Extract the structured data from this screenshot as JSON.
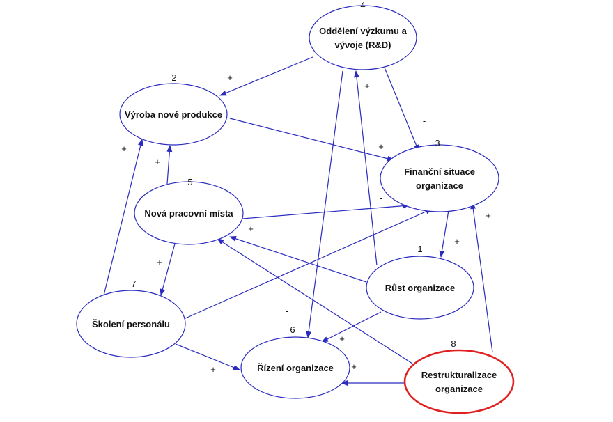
{
  "colors": {
    "edge": "#2b2bbf",
    "node": "#2b2bbf",
    "highlight": "#e02020"
  },
  "nodes": [
    {
      "id": "4",
      "number": "4",
      "lines": [
        "Oddělení výzkumu a",
        "vývoje (R&D)"
      ]
    },
    {
      "id": "2",
      "number": "2",
      "lines": [
        "Výroba nové produkce"
      ]
    },
    {
      "id": "3",
      "number": "3",
      "lines": [
        "Finanční situace",
        "organizace"
      ]
    },
    {
      "id": "5",
      "number": "5",
      "lines": [
        "Nová pracovní místa"
      ]
    },
    {
      "id": "1",
      "number": "1",
      "lines": [
        "Růst organizace"
      ]
    },
    {
      "id": "7",
      "number": "7",
      "lines": [
        "Školení personálu"
      ]
    },
    {
      "id": "6",
      "number": "6",
      "lines": [
        "Řízení organizace"
      ]
    },
    {
      "id": "8",
      "number": "8",
      "lines": [
        "Restrukturalizace",
        "organizace"
      ],
      "highlight": true
    }
  ],
  "edges": [
    {
      "from": "4",
      "to": "2",
      "sign": "+"
    },
    {
      "from": "4",
      "to": "3",
      "sign": "-"
    },
    {
      "from": "4",
      "to": "6",
      "sign": "-"
    },
    {
      "from": "1",
      "to": "4",
      "sign": "+"
    },
    {
      "from": "2",
      "to": "3",
      "sign": "+"
    },
    {
      "from": "5",
      "to": "2",
      "sign": "+"
    },
    {
      "from": "7",
      "to": "2",
      "sign": "+"
    },
    {
      "from": "5",
      "to": "3",
      "sign": "-"
    },
    {
      "from": "3",
      "to": "1",
      "sign": "+"
    },
    {
      "from": "1",
      "to": "5",
      "sign": "+"
    },
    {
      "from": "8",
      "to": "5",
      "sign": "-"
    },
    {
      "from": "5",
      "to": "7",
      "sign": "+"
    },
    {
      "from": "7",
      "to": "3",
      "sign": "-"
    },
    {
      "from": "1",
      "to": "6",
      "sign": "+"
    },
    {
      "from": "7",
      "to": "6",
      "sign": "+"
    },
    {
      "from": "8",
      "to": "6",
      "sign": "+"
    },
    {
      "from": "8",
      "to": "3",
      "sign": "+"
    }
  ]
}
